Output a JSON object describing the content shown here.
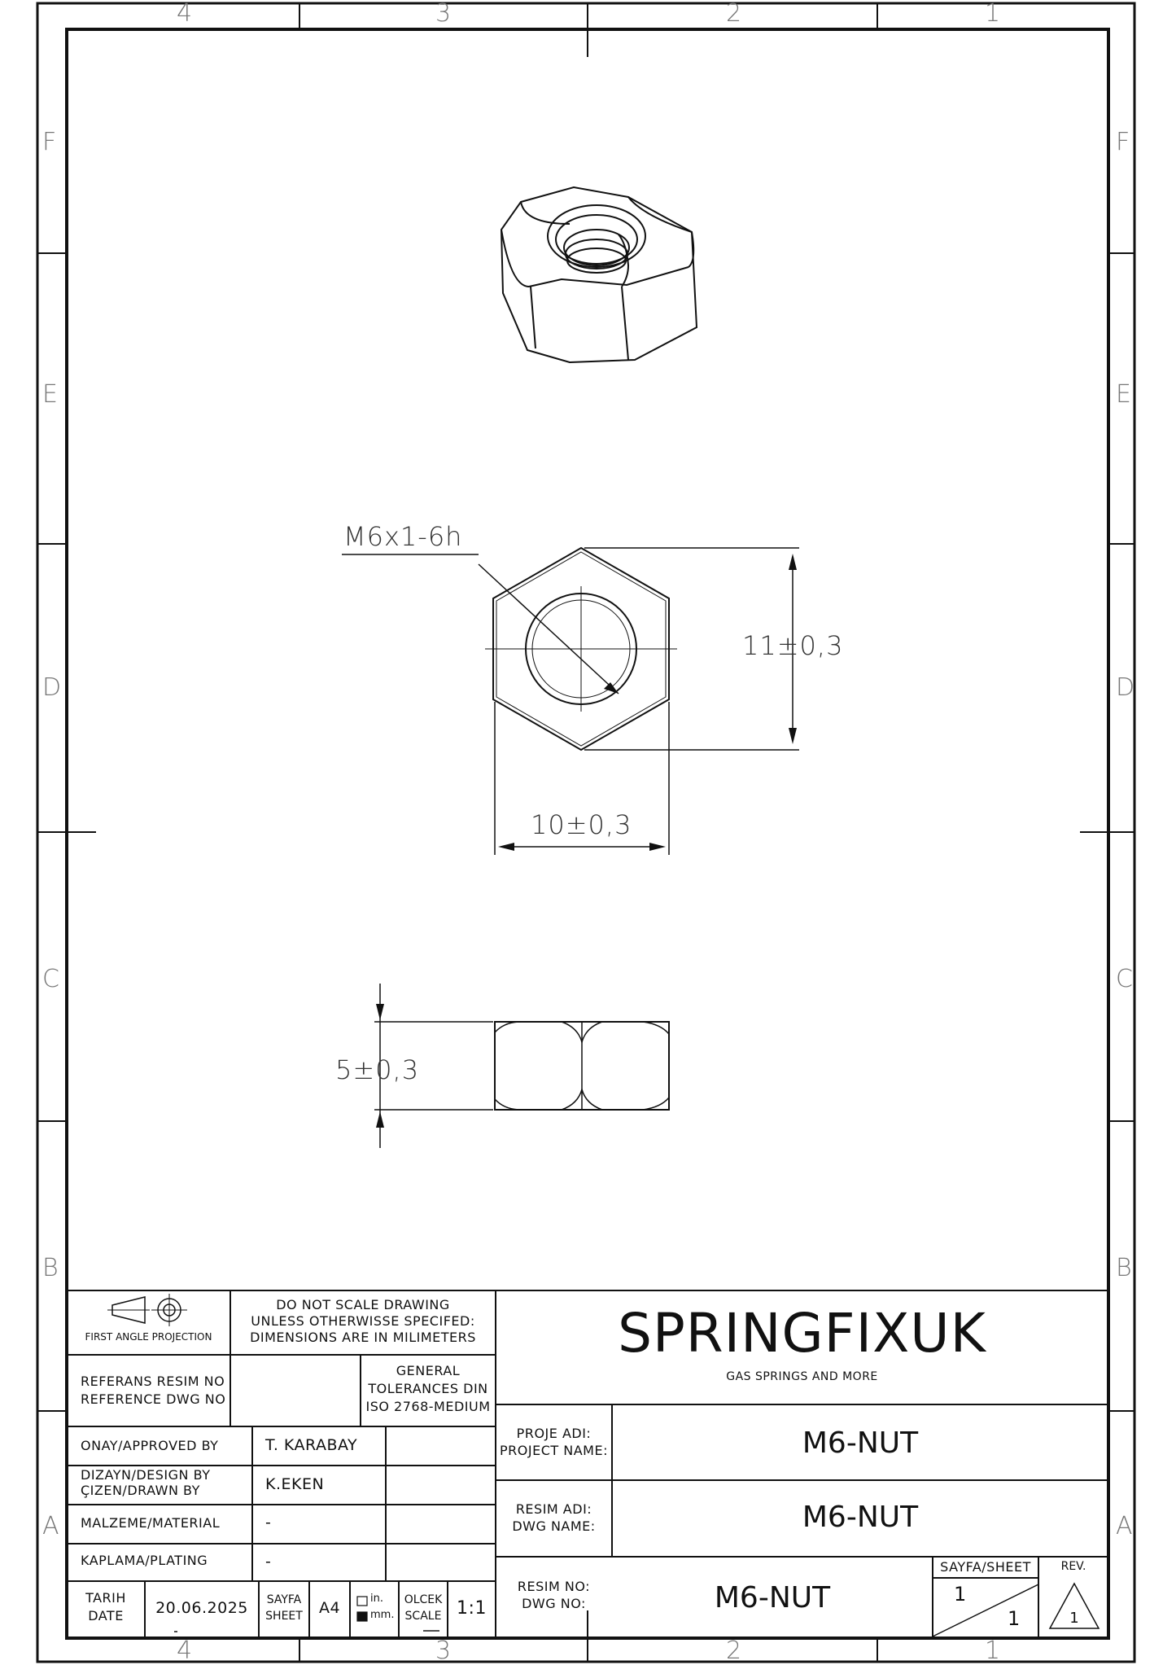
{
  "zones": {
    "columns": [
      "4",
      "3",
      "2",
      "1"
    ],
    "rows": [
      "F",
      "E",
      "D",
      "C",
      "B",
      "A"
    ]
  },
  "dimensions": {
    "thread": "M6x1-6h",
    "height_across_corners": "11±0,3",
    "width_across_flats": "10±0,3",
    "thickness": "5±0,3"
  },
  "title_block": {
    "projection_label": "FIRST ANGLE PROJECTION",
    "notes": [
      "DO NOT SCALE DRAWING",
      "UNLESS OTHERWISSE SPECIFED:",
      "DIMENSIONS ARE IN MILIMETERS"
    ],
    "reference_label": [
      "REFERANS RESIM NO",
      "REFERENCE DWG NO"
    ],
    "tolerance_label": [
      "GENERAL",
      "TOLERANCES DIN",
      "ISO 2768-MEDIUM"
    ],
    "approved_label": "ONAY/APPROVED BY",
    "approved_value": "T. KARABAY",
    "design_label": [
      "DIZAYN/DESIGN BY",
      "ÇIZEN/DRAWN BY"
    ],
    "design_value": "K.EKEN",
    "material_label": "MALZEME/MATERIAL",
    "material_value": "-",
    "plating_label": "KAPLAMA/PLATING",
    "plating_value": "-",
    "date_label": [
      "TARIH",
      "DATE"
    ],
    "date_value": "20.06.2025",
    "sheet_label": [
      "SAYFA",
      "SHEET"
    ],
    "sheet_size": "A4",
    "unit_in": "in.",
    "unit_mm": "mm.",
    "scale_label": [
      "OLCEK",
      "SCALE"
    ],
    "scale_value": "1:1",
    "company": "SPRINGFIXUK",
    "tagline": "GAS SPRINGS AND MORE",
    "project_label": [
      "PROJE ADI:",
      "PROJECT NAME:"
    ],
    "project_value": "M6-NUT",
    "dwg_name_label": [
      "RESIM ADI:",
      "DWG NAME:"
    ],
    "dwg_name_value": "M6-NUT",
    "dwg_no_label": [
      "RESIM NO:",
      "DWG NO:"
    ],
    "dwg_no_value": "M6-NUT",
    "sheet_header": "SAYFA/SHEET",
    "sheet_num": "1",
    "sheet_total": "1",
    "rev_label": "REV.",
    "rev_value": "1"
  }
}
